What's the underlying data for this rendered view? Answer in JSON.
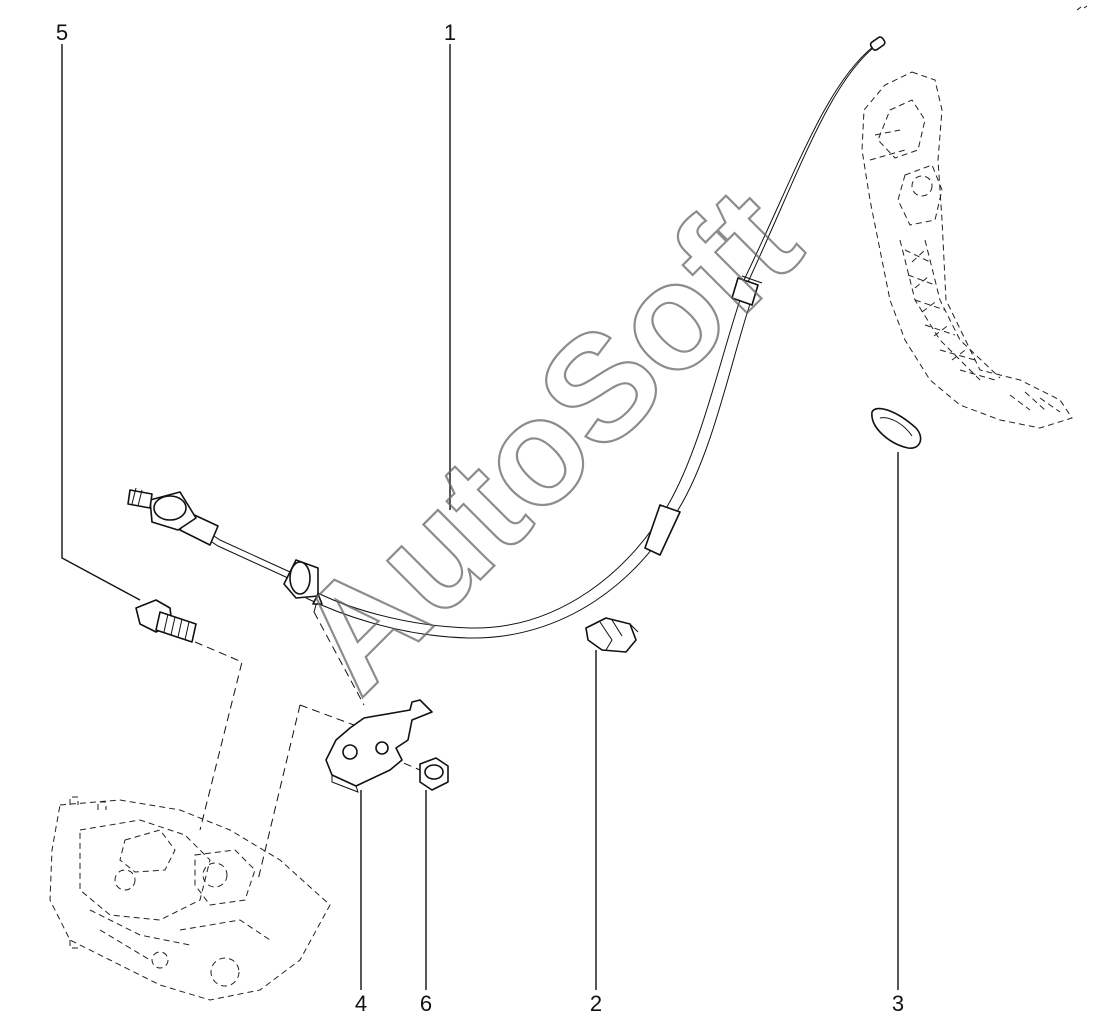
{
  "callouts": {
    "c1": "1",
    "c2": "2",
    "c3": "3",
    "c4": "4",
    "c5": "5",
    "c6": "6"
  },
  "watermark": "AutoSoft",
  "colors": {
    "line": "#111111",
    "background": "#ffffff",
    "watermark": "#666666"
  }
}
